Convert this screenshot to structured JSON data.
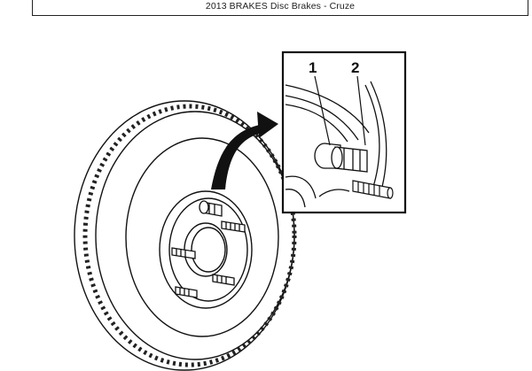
{
  "header": {
    "title": "2013 BRAKES Disc Brakes - Cruze"
  },
  "diagram": {
    "callouts": [
      {
        "number": "1"
      },
      {
        "number": "2"
      }
    ]
  }
}
